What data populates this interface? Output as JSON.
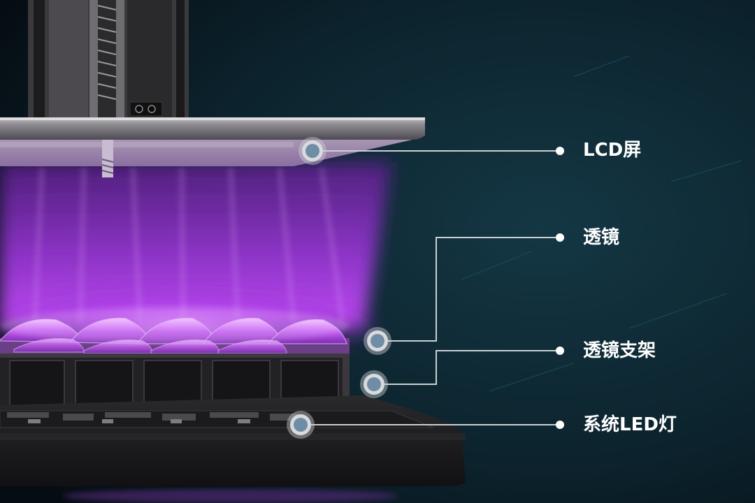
{
  "callouts": [
    {
      "id": "lcd-screen",
      "label": "LCD屏"
    },
    {
      "id": "lens",
      "label": "透镜"
    },
    {
      "id": "lens-holder",
      "label": "透镜支架"
    },
    {
      "id": "led-light",
      "label": "系统LED灯"
    }
  ],
  "colors": {
    "background": "#0a1a22",
    "uv_glow": "#b23cf0",
    "callout_line": "#c8d0d4",
    "marker_ring": "#c9ccd0",
    "marker_core": "#6f8ea6",
    "label_text": "#ffffff"
  }
}
